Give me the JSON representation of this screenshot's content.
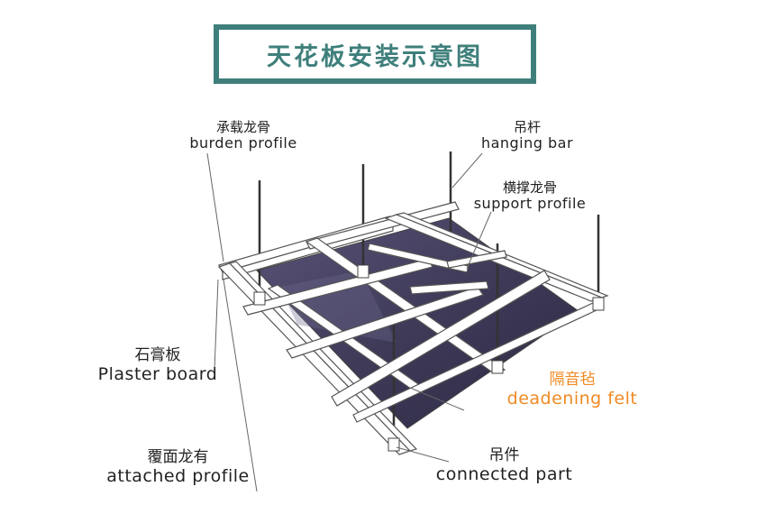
{
  "title": "天花板安装示意图",
  "labels": {
    "burden": {
      "zh": "承载龙骨",
      "en": "burden profile"
    },
    "hanging": {
      "zh": "吊杆",
      "en": "hanging bar"
    },
    "support": {
      "zh": "横撑龙骨",
      "en": "support profile"
    },
    "plaster": {
      "zh": "石膏板",
      "en": "Plaster board"
    },
    "deadening": {
      "zh": "隔音毡",
      "en": "deadening felt"
    },
    "attached": {
      "zh": "覆面龙有",
      "en": "attached profile"
    },
    "connected": {
      "zh": "吊件",
      "en": "connected part"
    }
  },
  "colors": {
    "frame": "#3f7f7b",
    "highlight": "#f08a24",
    "panel": "#4a4766",
    "profile": "#ffffff",
    "line": "#555555"
  }
}
